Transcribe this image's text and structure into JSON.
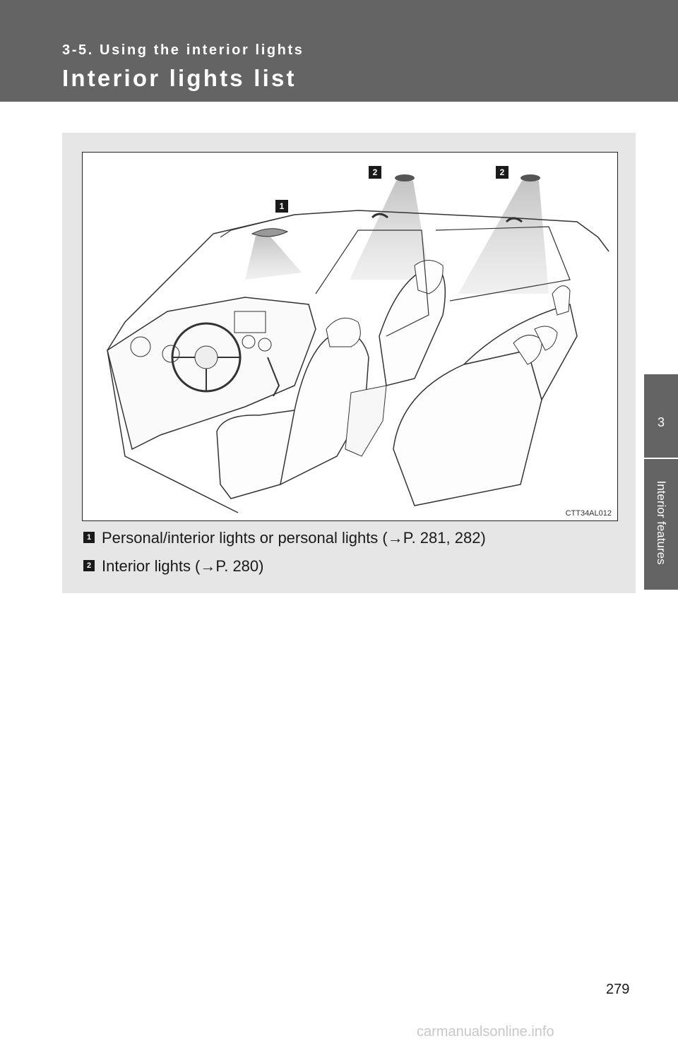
{
  "header": {
    "section": "3-5. Using the interior lights",
    "title": "Interior lights list"
  },
  "side_tab": {
    "number": "3",
    "label": "Interior features"
  },
  "figure": {
    "code": "CTT34AL012",
    "callouts": [
      "1",
      "2",
      "2"
    ]
  },
  "legend": [
    {
      "badge": "1",
      "text": "Personal/interior lights or personal lights (→P. 281, 282)"
    },
    {
      "badge": "2",
      "text": "Interior lights (→P. 280)"
    }
  ],
  "page_number": "279",
  "footer": "carmanualsonline.info"
}
